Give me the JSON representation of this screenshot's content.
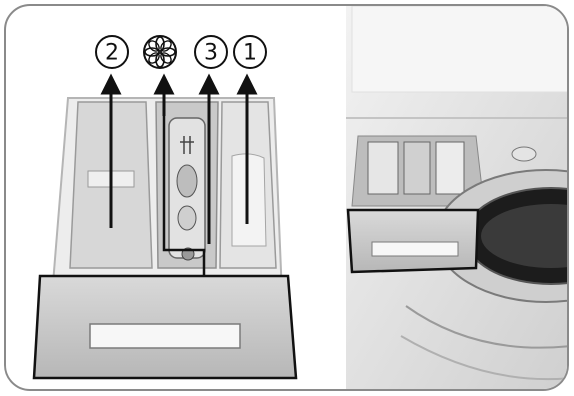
{
  "labels": {
    "compartment_2": "2",
    "compartment_3": "3",
    "compartment_1": "1",
    "softener_icon": "flower-icon"
  },
  "colors": {
    "outline": "#8a8a8a",
    "stroke": "#111111",
    "drawer_fill": "#cfcfcf",
    "shadow": "#a0a0a0"
  }
}
